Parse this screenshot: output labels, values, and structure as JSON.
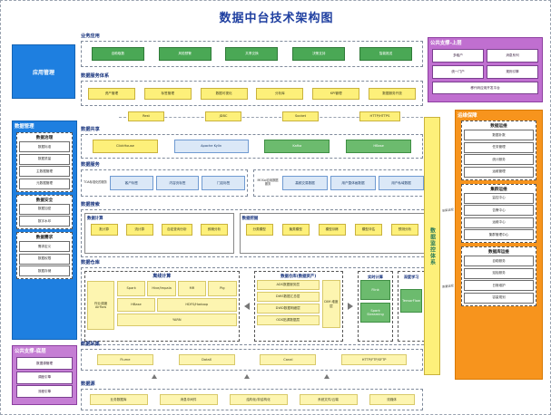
{
  "title": "数据中台技术架构图",
  "left": {
    "app_mgmt": {
      "label": "应用管理"
    },
    "data_mgmt": {
      "header": "数据管理",
      "groups": [
        {
          "title": "数据治理",
          "items": [
            "数据标准",
            "数据质量",
            "主数据管理",
            "元数据管理"
          ]
        },
        {
          "title": "数据安全",
          "items": [
            "数据加密",
            "数字水印"
          ]
        },
        {
          "title": "数据需求",
          "items": [
            "需求定义",
            "数据权限",
            "数据存储"
          ]
        }
      ]
    },
    "common_bottom": {
      "header": "公共支撑-底层",
      "items": [
        "数据源管理",
        "调度引擎",
        "流程引擎"
      ]
    }
  },
  "top_right": {
    "header": "公共支撑-上层",
    "items": [
      "多租户",
      "消息系列",
      "统一门户",
      "规则引擎"
    ],
    "wide_item": "移代码应用开发平台"
  },
  "business_app": {
    "label": "业务应用",
    "items": [
      "自助取数",
      "风险预警",
      "共享交换",
      "决策支持",
      "智能推送"
    ]
  },
  "data_service_system": {
    "label": "数据服务体系",
    "items": [
      "资产管理",
      "标签管理",
      "数据可视化",
      "分析库",
      "KPI管理",
      "数据服务开放"
    ]
  },
  "protocols": [
    "Rest",
    "JDBC",
    "Socket",
    "HTTP/HTTPS"
  ],
  "data_share": {
    "label": "数据共享",
    "items": [
      {
        "text": "ClickHouse",
        "style": "chip-yellow"
      },
      {
        "text": "Apache Kylin",
        "style": "chip-blue"
      },
      {
        "text": "Kafka",
        "style": "chip-green2"
      },
      {
        "text": "HBase",
        "style": "chip-green2"
      }
    ]
  },
  "data_service": {
    "label": "数据服务",
    "left_group": {
      "caption": "TOA标准化的服务",
      "items": [
        "客户标签",
        "内容页标签",
        "门店标签"
      ]
    },
    "right_group": {
      "caption": "MOSql应用数据服务",
      "items": [
        "高频交易数据",
        "用户整体画数据",
        "用户私域数据"
      ]
    }
  },
  "data_mid": {
    "label": "数据搜索",
    "compute": {
      "title": "数据计算",
      "items": [
        "批计算",
        "流计算",
        "自定查询分析",
        "即席分析"
      ]
    },
    "mining": {
      "title": "数据挖掘",
      "items": [
        "分类模型",
        "聚类模型",
        "模型训练",
        "模型评估",
        "预测分析"
      ]
    }
  },
  "warehouse": {
    "label": "数据仓库",
    "offline": {
      "title": "离线计算",
      "scheduler": "作业调度 Airflow",
      "row1": [
        "Spark",
        "Hive/Impala",
        "MR",
        "Pig"
      ],
      "row2": [
        "HBase",
        "HDFS/Hadoop"
      ],
      "row3": "YARN"
    },
    "dw": {
      "title": "数据仓库(数据资产)",
      "layers": [
        "ADS数据服务层",
        "DWS数据汇总层",
        "DWD数据明细层",
        "ODS贴源数据层"
      ],
      "dim": "DIM 维度层"
    },
    "realtime": {
      "title": "实时计算",
      "items": [
        "Flink",
        "Spark Streaming"
      ]
    },
    "deep": {
      "title": "深度学习",
      "items": [
        "TensorFlow"
      ]
    }
  },
  "collect": {
    "label": "数据采集",
    "items": [
      "Flume",
      "DataX",
      "Canal",
      "HTTP/FTP/SFTP"
    ]
  },
  "sources": {
    "label": "数据源",
    "items": [
      "业务数据库",
      "消息中间件",
      "结构化/非结构化",
      "系统文件/云端",
      "流媒体"
    ]
  },
  "monitor_bar": {
    "label": "数据监控体系",
    "annotations": [
      "采集监控",
      "质量监控"
    ]
  },
  "ops": {
    "header": "运维保障",
    "groups": [
      {
        "title": "数据运维",
        "items": [
          "数据补数",
          "任务管理",
          "统计服务",
          "运维管理"
        ]
      },
      {
        "title": "集群运维",
        "items": [
          "监控中心",
          "告警中心",
          "运维中心",
          "集群管理中心"
        ]
      },
      {
        "title": "数据库运维",
        "items": [
          "自助服务",
          "巡检服务",
          "日常维护",
          "容量规划"
        ]
      }
    ]
  },
  "colors": {
    "title_blue": "#1f3fa0",
    "accent_blue": "#1e7fe0",
    "accent_purple": "#c06fd0",
    "accent_orange": "#f7941d",
    "accent_green": "#4aa855",
    "accent_yellow": "#fdf07a"
  }
}
